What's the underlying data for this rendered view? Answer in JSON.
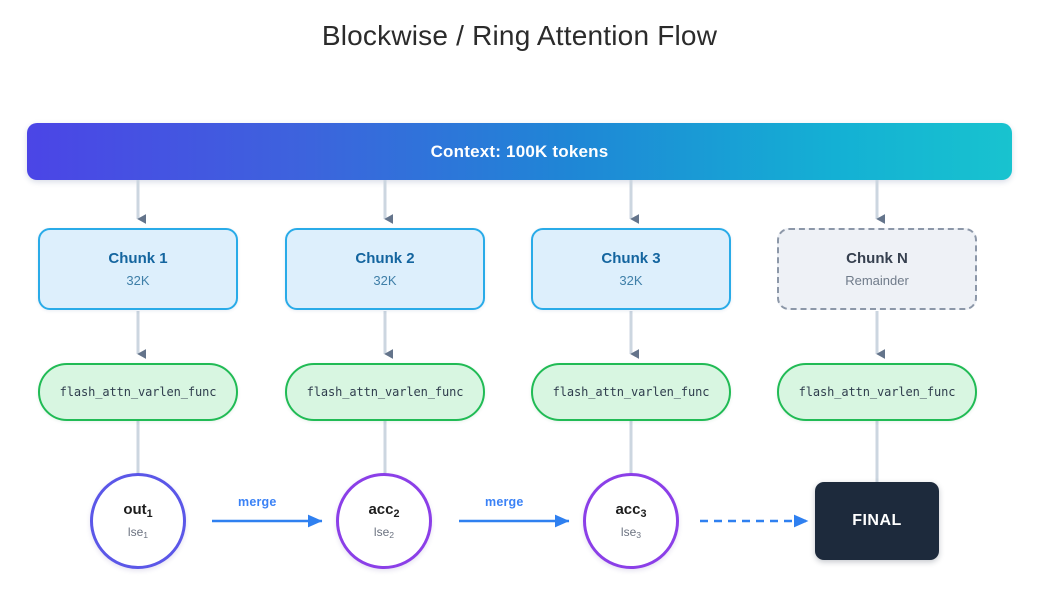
{
  "title": "Blockwise / Ring Attention Flow",
  "banner": {
    "label": "Context: 100K tokens",
    "gradient_start": "#4b45e6",
    "gradient_end": "#18c3cf"
  },
  "chunks": [
    {
      "name": "Chunk 1",
      "size": "32K",
      "style": "solid"
    },
    {
      "name": "Chunk 2",
      "size": "32K",
      "style": "solid"
    },
    {
      "name": "Chunk 3",
      "size": "32K",
      "style": "solid"
    },
    {
      "name": "Chunk N",
      "size": "Remainder",
      "style": "dashed"
    }
  ],
  "kernels": [
    {
      "label": "flash_attn_varlen_func"
    },
    {
      "label": "flash_attn_varlen_func"
    },
    {
      "label": "flash_attn_varlen_func"
    },
    {
      "label": "flash_attn_varlen_func"
    }
  ],
  "accumulators": [
    {
      "main": "out",
      "main_sub": "1",
      "sub": "lse",
      "sub_sub": "1",
      "border_color": "#5b57e8"
    },
    {
      "main": "acc",
      "main_sub": "2",
      "sub": "lse",
      "sub_sub": "2",
      "border_color": "#8b3fe8"
    },
    {
      "main": "acc",
      "main_sub": "3",
      "sub": "lse",
      "sub_sub": "3",
      "border_color": "#8b3fe8"
    }
  ],
  "merge_labels": [
    "merge",
    "merge"
  ],
  "final": {
    "label": "FINAL",
    "color": "#1d2a3c"
  },
  "colors": {
    "chunk_fill": "#ddeffc",
    "chunk_border": "#29abe8",
    "chunk_dashed_fill": "#eef1f6",
    "chunk_dashed_border": "#8c97a8",
    "kernel_fill": "#d8f6e1",
    "kernel_border": "#21bb55",
    "connector_line": "#ccd6e0",
    "connector_arrow": "#64748b",
    "merge_arrow": "#2f80f0"
  }
}
